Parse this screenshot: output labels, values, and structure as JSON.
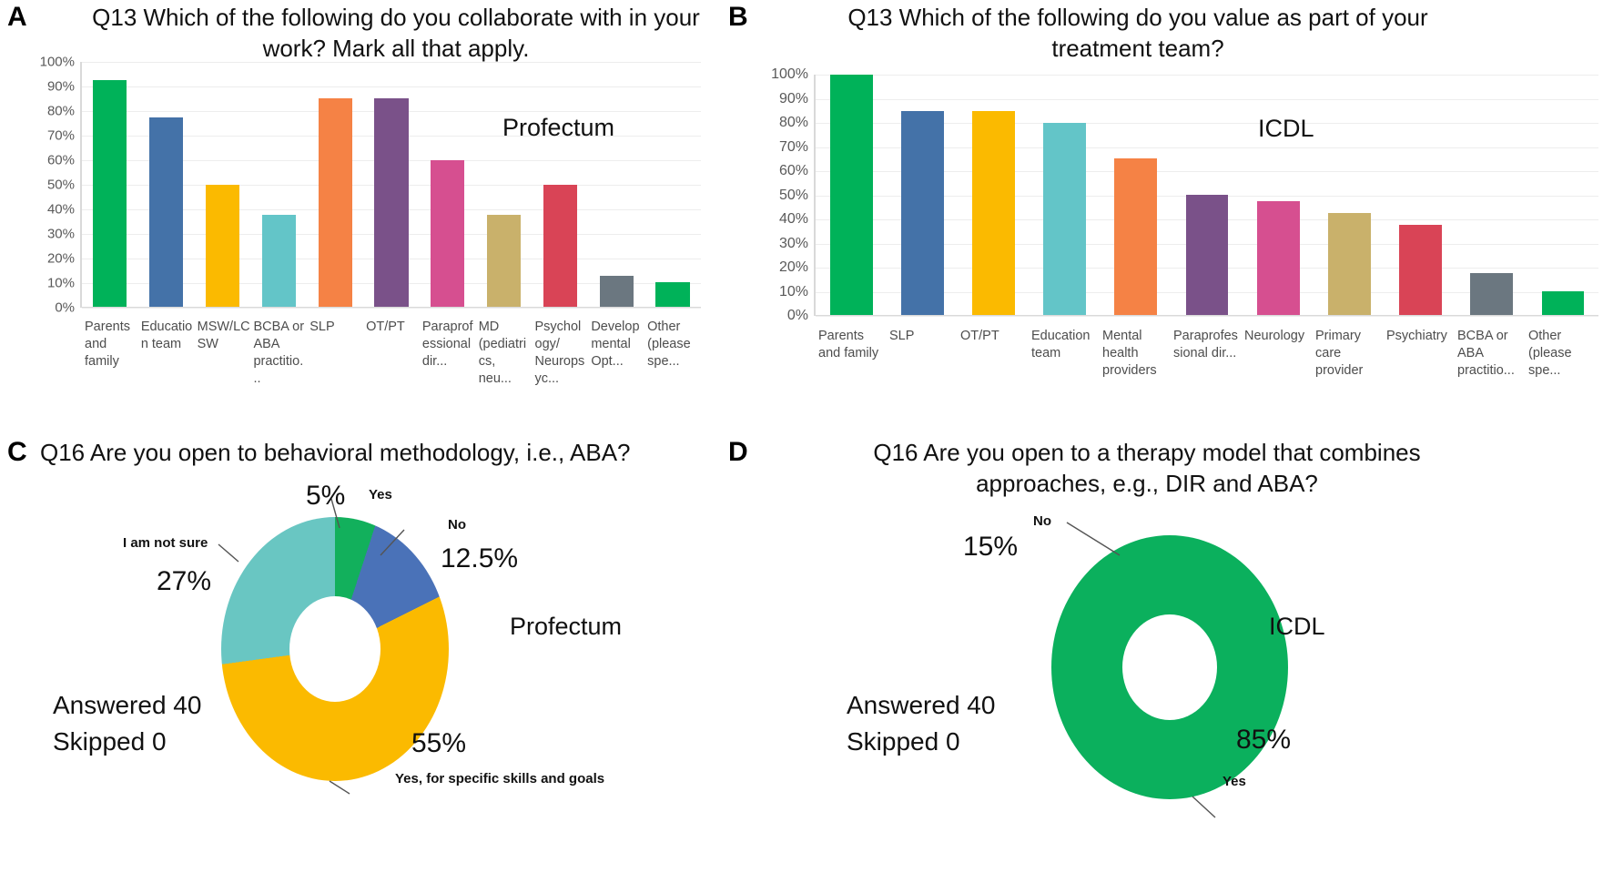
{
  "panels": {
    "a": {
      "letter": "A",
      "title": "Q13 Which of the following do you collaborate with in your work? Mark all that apply.",
      "brand": "Profectum"
    },
    "b": {
      "letter": "B",
      "title": "Q13 Which of the following do you value as part of your treatment team?",
      "brand": "ICDL"
    },
    "c": {
      "letter": "C",
      "title": "Q16 Are you open to behavioral methodology, i.e., ABA?",
      "brand": "Profectum",
      "answered": "Answered 40",
      "skipped": "Skipped 0"
    },
    "d": {
      "letter": "D",
      "title": "Q16 Are you open to a therapy model that combines approaches, e.g., DIR and ABA?",
      "brand": "ICDL",
      "answered": "Answered 40",
      "skipped": "Skipped 0"
    }
  },
  "chart_data": [
    {
      "panel": "A",
      "type": "bar",
      "title": "Q13 Which of the following do you collaborate with in your work? Mark all that apply.",
      "xlabel": "",
      "ylabel": "",
      "ylim": [
        0,
        100
      ],
      "ytick_labels": [
        "100%",
        "90%",
        "80%",
        "70%",
        "60%",
        "50%",
        "40%",
        "30%",
        "20%",
        "10%",
        "0%"
      ],
      "ytick_values": [
        100,
        90,
        80,
        70,
        60,
        50,
        40,
        30,
        20,
        10,
        0
      ],
      "grid": true,
      "legend": "none",
      "categories": [
        "Parents and family",
        "Education team",
        "MSW/LCSW",
        "BCBA or ABA practitio...",
        "SLP",
        "OT/PT",
        "Paraprofessional dir...",
        "MD (pediatrics, neu...",
        "Psychology/ Neuropsyc...",
        "Developmental Opt...",
        "Other (please spe..."
      ],
      "values": [
        92.5,
        77.5,
        50,
        37.5,
        85,
        85,
        60,
        37.5,
        50,
        12.5,
        10
      ],
      "colors": [
        "#00b259",
        "#4472a8",
        "#fbba00",
        "#63c5c8",
        "#f58245",
        "#7a5189",
        "#d64f90",
        "#c9b16b",
        "#d94456",
        "#6b7780",
        "#00b259"
      ]
    },
    {
      "panel": "B",
      "type": "bar",
      "title": "Q13 Which of the following do you value as part of your treatment team?",
      "xlabel": "",
      "ylabel": "",
      "ylim": [
        0,
        100
      ],
      "ytick_labels": [
        "100%",
        "90%",
        "80%",
        "70%",
        "60%",
        "50%",
        "40%",
        "30%",
        "20%",
        "10%",
        "0%"
      ],
      "ytick_values": [
        100,
        90,
        80,
        70,
        60,
        50,
        40,
        30,
        20,
        10,
        0
      ],
      "grid": true,
      "legend": "none",
      "categories": [
        "Parents and family",
        "SLP",
        "OT/PT",
        "Education team",
        "Mental health providers",
        "Paraprofessional dir...",
        "Neurology",
        "Primary care provider",
        "Psychiatry",
        "BCBA or ABA practitio...",
        "Other (please spe..."
      ],
      "values": [
        100,
        85,
        85,
        80,
        65,
        50,
        47.5,
        42.5,
        37.5,
        17.5,
        10
      ],
      "colors": [
        "#00b259",
        "#4472a8",
        "#fbba00",
        "#63c5c8",
        "#f58245",
        "#7a5189",
        "#d64f90",
        "#c9b16b",
        "#d94456",
        "#6b7780",
        "#00b259"
      ]
    },
    {
      "panel": "C",
      "type": "pie",
      "title": "Q16 Are you open to behavioral methodology, i.e., ABA?",
      "labels": [
        "Yes",
        "No",
        "Yes, for specific skills and goals",
        "I am not sure"
      ],
      "values": [
        5,
        12.5,
        55,
        27
      ],
      "value_labels": [
        "5%",
        "12.5%",
        "55%",
        "27%"
      ],
      "colors": [
        "#12b05c",
        "#4a72b8",
        "#fbba00",
        "#69c6c2"
      ],
      "legend": "callout-labels",
      "answered": 40,
      "skipped": 0
    },
    {
      "panel": "D",
      "type": "pie",
      "title": "Q16 Are you open to a therapy model that combines approaches, e.g., DIR and ABA?",
      "labels": [
        "No",
        "Yes"
      ],
      "values": [
        15,
        85
      ],
      "value_labels": [
        "15%",
        "85%"
      ],
      "colors": [
        "#4a72b8",
        "#0bb05d"
      ],
      "legend": "callout-labels",
      "answered": 40,
      "skipped": 0
    }
  ]
}
